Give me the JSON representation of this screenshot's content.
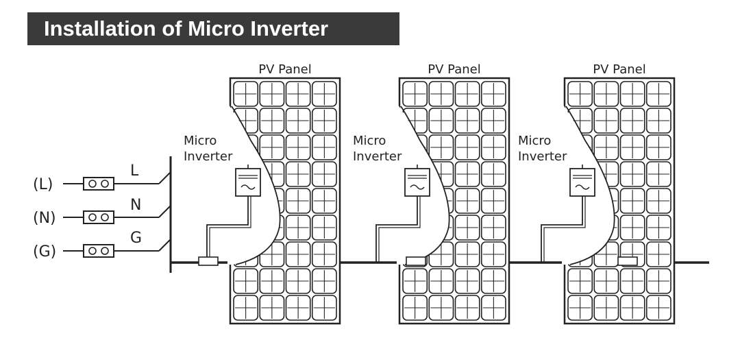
{
  "title": "Installation of Micro Inverter",
  "colors": {
    "title_bg": "#3a3a3a",
    "title_text": "#ffffff",
    "line": "#222222"
  },
  "terminals": [
    {
      "id": "L",
      "code": "(L)",
      "wire": "L"
    },
    {
      "id": "N",
      "code": "(N)",
      "wire": "N"
    },
    {
      "id": "G",
      "code": "(G)",
      "wire": "G"
    }
  ],
  "panels": [
    {
      "label": "PV Panel",
      "inverter_label_1": "Micro",
      "inverter_label_2": "Inverter"
    },
    {
      "label": "PV Panel",
      "inverter_label_1": "Micro",
      "inverter_label_2": "Inverter"
    },
    {
      "label": "PV Panel",
      "inverter_label_1": "Micro",
      "inverter_label_2": "Inverter"
    }
  ]
}
